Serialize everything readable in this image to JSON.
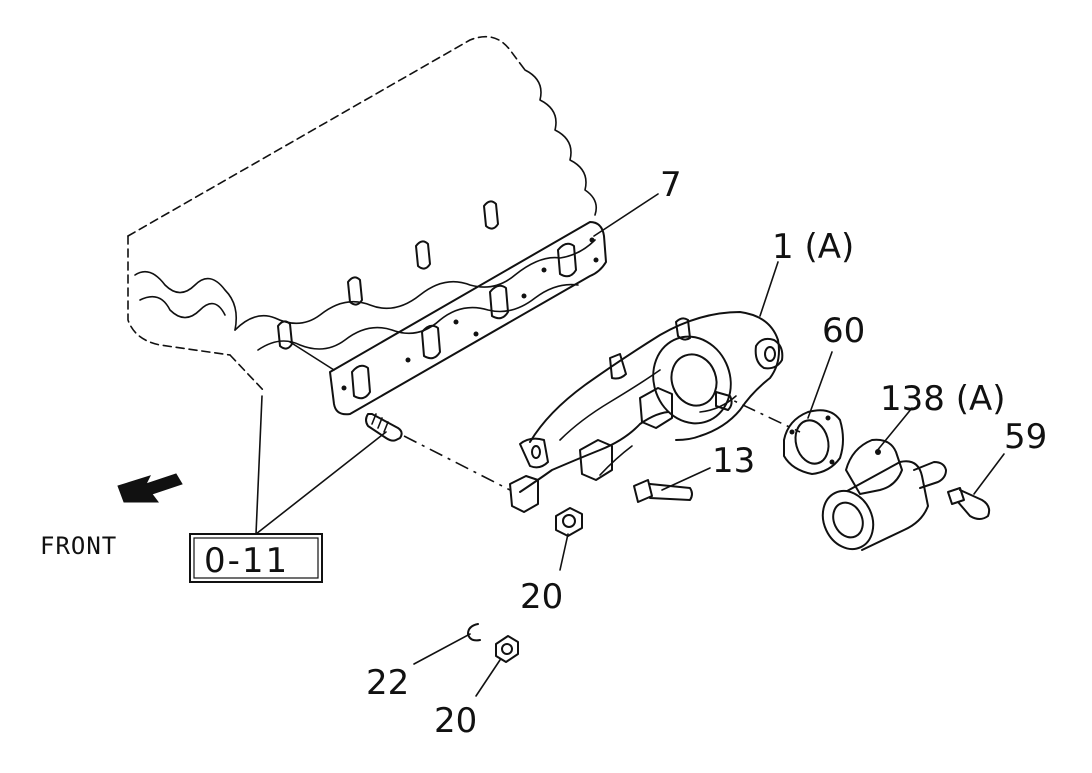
{
  "callouts": {
    "gasket": "7",
    "manifold": "1 (A)",
    "plate_gasket": "60",
    "elbow": "138 (A)",
    "bolt_right": "59",
    "bolt_center": "13",
    "nut_mid": "20",
    "washer": "22",
    "nut_bottom": "20"
  },
  "reference_box": "0-11",
  "direction_label": "FRONT"
}
